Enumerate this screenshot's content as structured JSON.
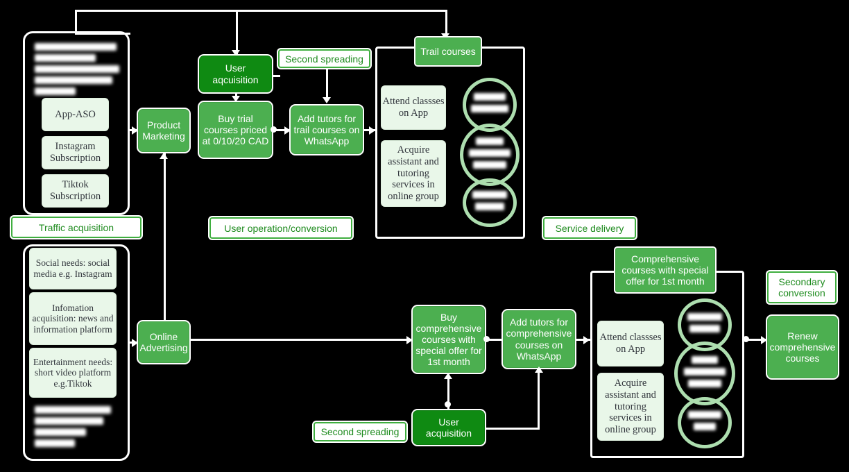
{
  "diagram": {
    "title": "Growth and conversion funnel flowchart",
    "colors": {
      "background": "#000000",
      "mid_green": "#4caf50",
      "dark_green": "#0f8a12",
      "pale_green": "#e9f7e9",
      "label_green": "#1e8b1e",
      "circle_green": "#addeaf",
      "connector": "#ffffff"
    }
  },
  "stage_labels": [
    {
      "id": "traffic-acquisition",
      "text": "Traffic acquisition"
    },
    {
      "id": "user-operation-conversion",
      "text": "User operation/conversion"
    },
    {
      "id": "service-delivery",
      "text": "Service delivery"
    },
    {
      "id": "secondary-conversion",
      "text": "Secondary conversion"
    }
  ],
  "traffic_group": {
    "top_note_redacted": true,
    "top_note_lines": 5,
    "channels": [
      {
        "id": "app-aso",
        "text": "App-ASO"
      },
      {
        "id": "instagram-subscription",
        "text": "Instagram\nSubscription"
      },
      {
        "id": "tiktok-subscription",
        "text": "Tiktok\nSubscription"
      }
    ]
  },
  "needs_group": {
    "needs": [
      {
        "id": "social-needs",
        "text": "Social needs: social media e.g. Instagram"
      },
      {
        "id": "information-acquisition",
        "text": "Infomation acquisition: news and information platform"
      },
      {
        "id": "entertainment-needs",
        "text": "Entertainment needs: short video platform e.g.Tiktok"
      }
    ],
    "bottom_note_redacted": true,
    "bottom_note_lines": 4
  },
  "channel_nodes": [
    {
      "id": "product-marketing",
      "text": "Product\nMarketing"
    },
    {
      "id": "online-advertising",
      "text": "Online\nAdvertising"
    }
  ],
  "trial_flow": {
    "user_acquisition": "User\naqcuisition",
    "second_spreading": "Second spreading",
    "buy_trial_courses": "Buy trial courses priced at 0/10/20 CAD",
    "add_tutors": "Add tutors for trail courses on WhatsApp",
    "trail_courses_header": "Trail courses",
    "services": [
      {
        "id": "attend-classes-app-trial",
        "text": "Attend classses on App"
      },
      {
        "id": "acquire-assistant-trial",
        "text": "Acquire assistant and tutoring services in online group"
      }
    ],
    "circles_redacted": true,
    "circle_count": 3
  },
  "comprehensive_flow": {
    "user_acquisition": "User\nacquisition",
    "second_spreading": "Second spreading",
    "buy_comprehensive_courses": "Buy comprehensive courses with special offer for 1st month",
    "add_tutors": "Add tutors for comprehensive courses on WhatsApp",
    "comprehensive_header": "Comprehensive courses  with special offer for 1st month",
    "services": [
      {
        "id": "attend-classes-app-comp",
        "text": "Attend classses on App"
      },
      {
        "id": "acquire-assistant-comp",
        "text": "Acquire assistant and tutoring services in online group"
      }
    ],
    "circles_redacted": true,
    "circle_count": 3,
    "renew": "Renew comprehensive courses"
  }
}
